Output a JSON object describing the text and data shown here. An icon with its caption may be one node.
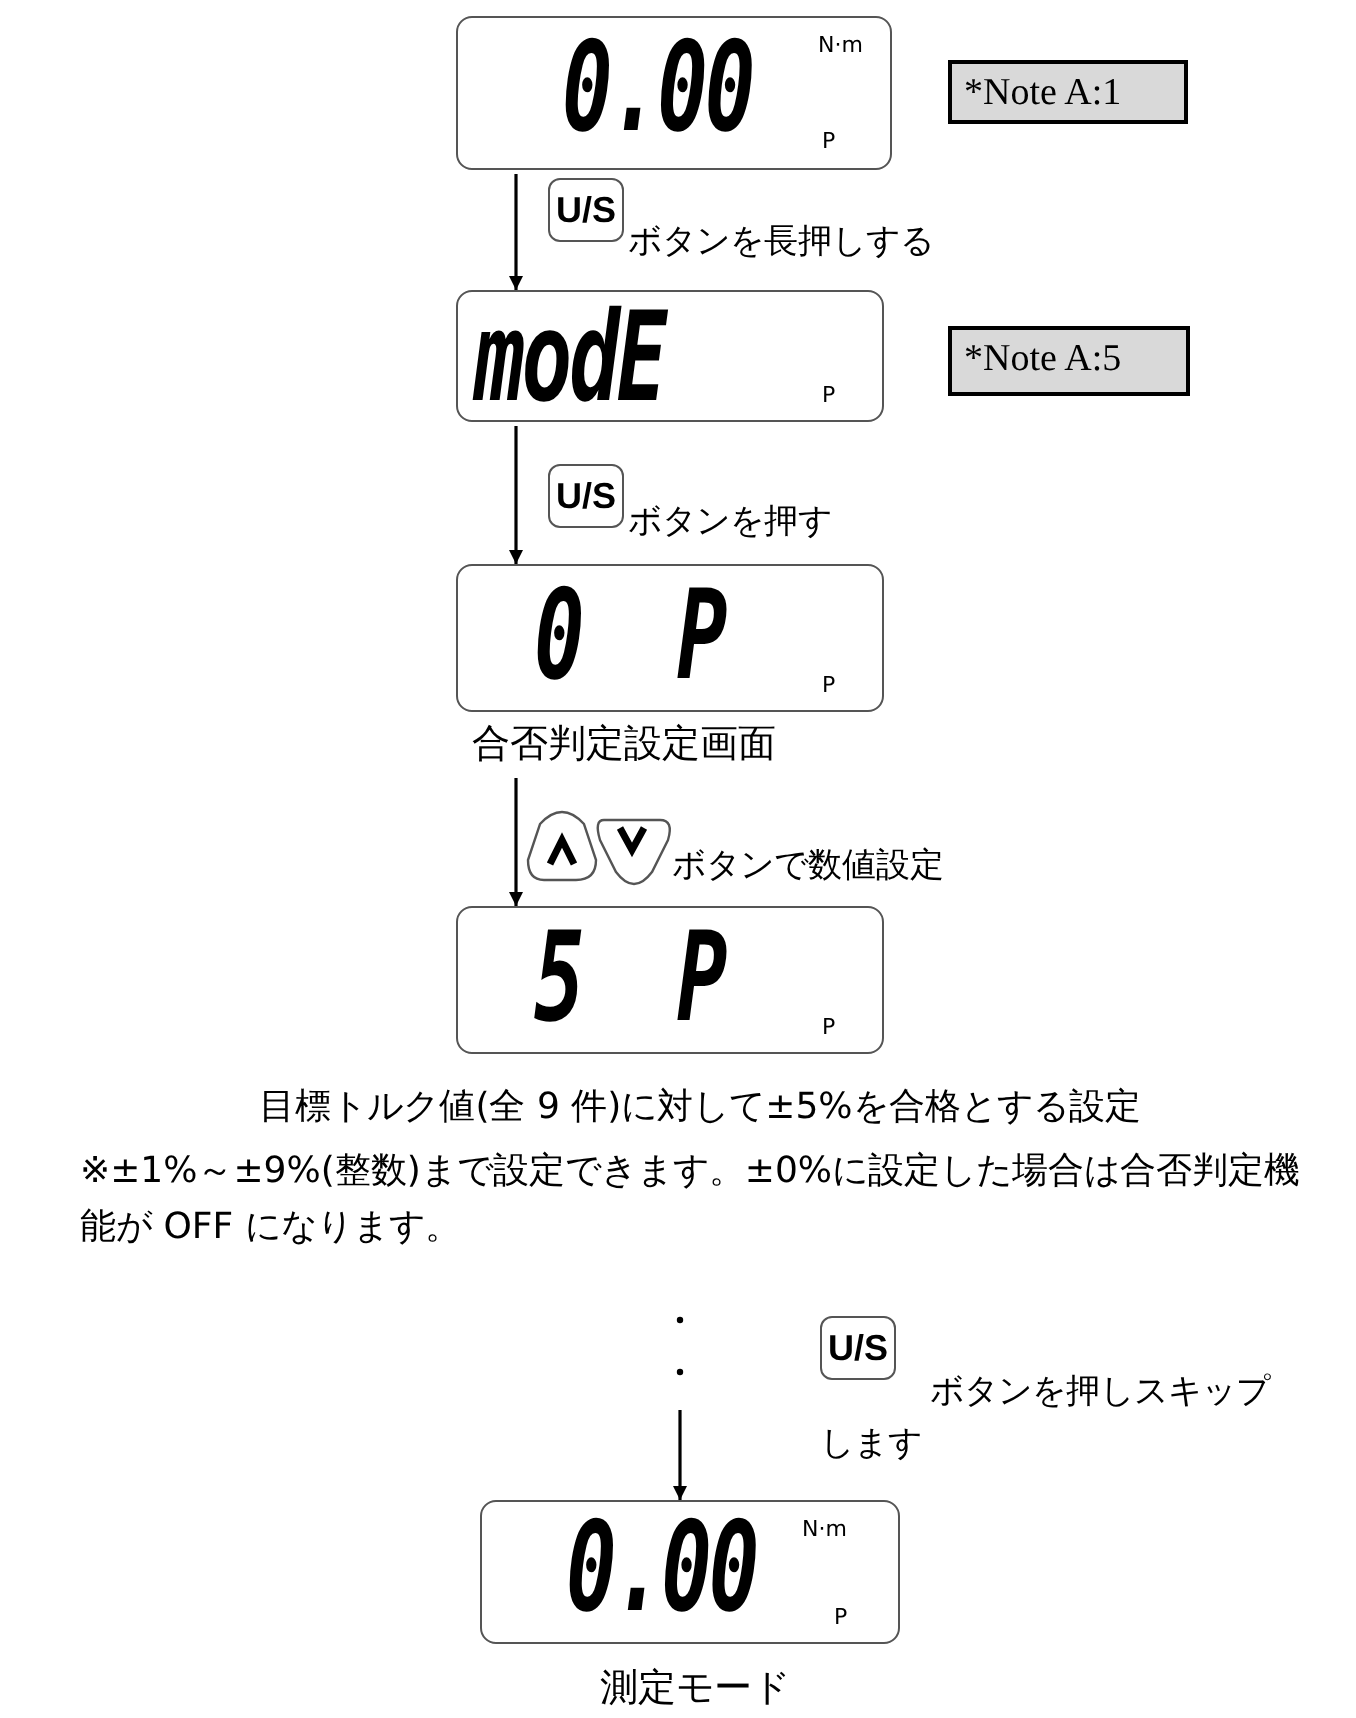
{
  "diagram": {
    "nodes": [
      {
        "text": [
          "0.00",
          "N·m",
          "P"
        ]
      },
      {
        "text": [
          "*Note A:1"
        ]
      },
      {
        "text": [
          "modE",
          "P"
        ]
      },
      {
        "text": [
          "*Note A:5"
        ]
      },
      {
        "text": [
          "0  P",
          "P"
        ],
        "beside": [
          "合否判定設定画面"
        ]
      },
      {
        "text": [
          "5  P",
          "P"
        ]
      },
      {
        "text": [
          "0.00",
          "N·m",
          "P"
        ],
        "beside": [
          "測定モード"
        ]
      }
    ],
    "edges": [
      {
        "from": 0,
        "to": 2,
        "arrow": "to",
        "label": "ボタンを長押しする"
      },
      {
        "from": 2,
        "to": 4,
        "arrow": "to",
        "label": "ボタンを押す"
      },
      {
        "from": 4,
        "to": 5,
        "arrow": "to",
        "label": "ボタンで数値設定"
      },
      {
        "from": null,
        "to": 6,
        "arrow": "to",
        "label": "ボタンを押しスキップします"
      }
    ],
    "labels": [
      "U/S",
      "U/S",
      "目標トルク値(全 9 件)に対して±5%を合格とする設定",
      "※±1%～±9%(整数)まで設定できます。±0%に設定した場合は合否判定機能が OFF になります。",
      "U/S"
    ]
  }
}
